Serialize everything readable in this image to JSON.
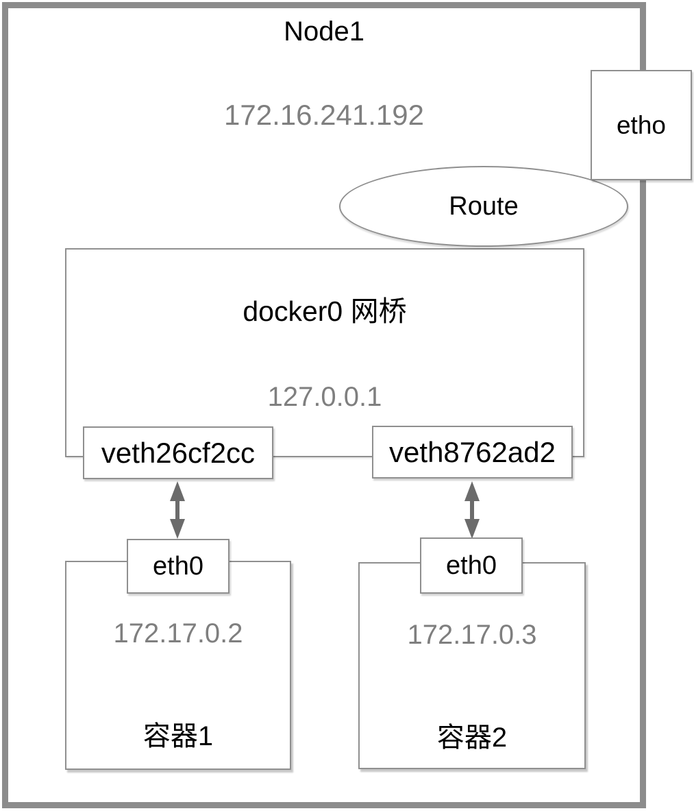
{
  "node": {
    "title": "Node1",
    "ip": "172.16.241.192"
  },
  "host_interface": {
    "label": "etho"
  },
  "route": {
    "label": "Route"
  },
  "bridge": {
    "label": "docker0 网桥",
    "ip": "127.0.0.1"
  },
  "veths": [
    {
      "label": "veth26cf2cc"
    },
    {
      "label": "veth8762ad2"
    }
  ],
  "containers": [
    {
      "interface": "eth0",
      "ip": "172.17.0.2",
      "name": "容器1"
    },
    {
      "interface": "eth0",
      "ip": "172.17.0.3",
      "name": "容器2"
    }
  ],
  "icons": {
    "arrow": "bidirectional-arrow"
  },
  "colors": {
    "outer_border": "#8c8c8c",
    "box_border": "#8f8f8f",
    "text_black": "#000000",
    "text_gray": "#7f7f7f",
    "arrow_gray": "#6b6b6b",
    "background": "#ffffff"
  }
}
